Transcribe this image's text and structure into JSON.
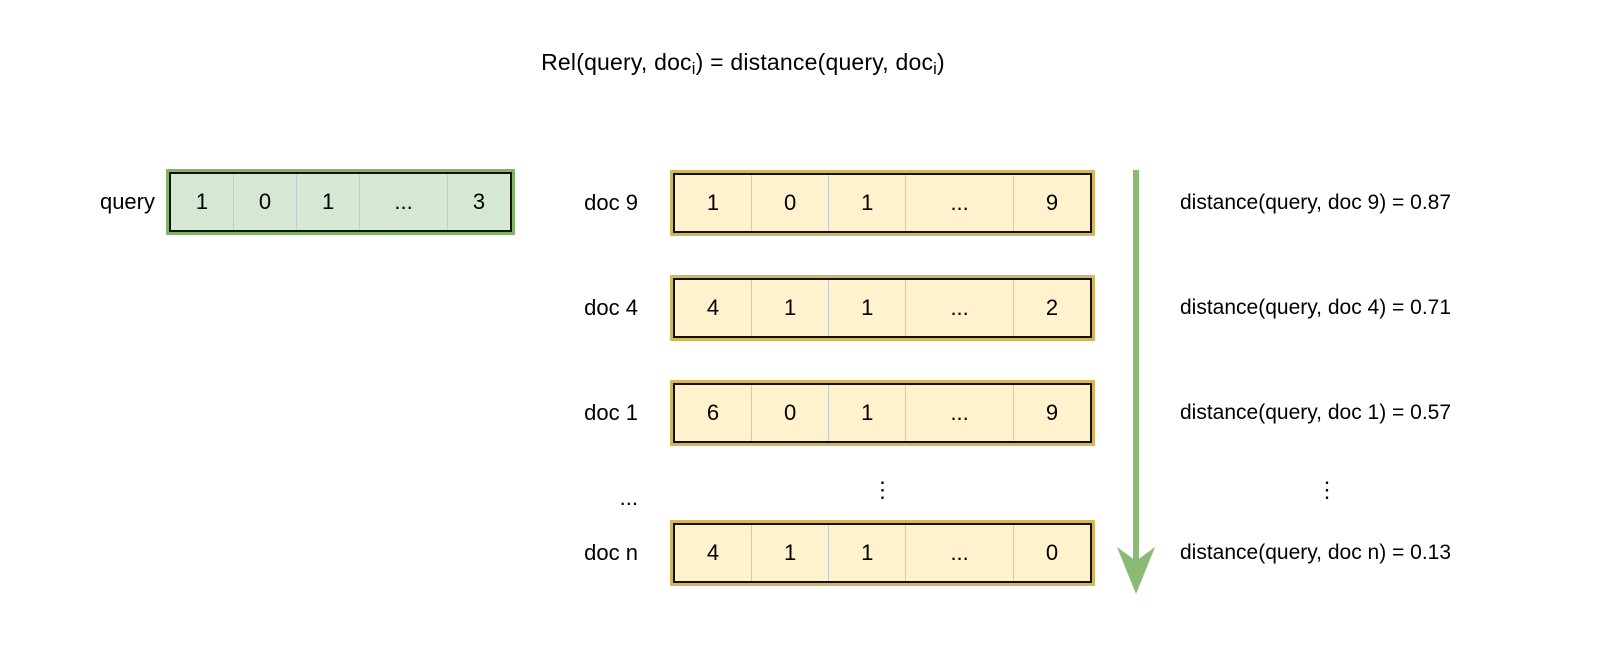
{
  "title": {
    "segments": [
      "Rel(query, doc",
      "i",
      ") = distance(query, doc",
      "i",
      ")"
    ]
  },
  "query_row": {
    "label": "query",
    "cells": [
      "1",
      "0",
      "1",
      "...",
      "3"
    ]
  },
  "docs": [
    {
      "label": "doc 9",
      "cells": [
        "1",
        "0",
        "1",
        "...",
        "9"
      ],
      "distance_text": "distance(query, doc 9) = 0.87"
    },
    {
      "label": "doc 4",
      "cells": [
        "4",
        "1",
        "1",
        "...",
        "2"
      ],
      "distance_text": "distance(query, doc 4) = 0.71"
    },
    {
      "label": "doc 1",
      "cells": [
        "6",
        "0",
        "1",
        "...",
        "9"
      ],
      "distance_text": "distance(query, doc 1) = 0.57"
    },
    {
      "label": "doc n",
      "cells": [
        "4",
        "1",
        "1",
        "...",
        "0"
      ],
      "distance_text": "distance(query, doc n) = 0.13"
    }
  ],
  "ellipsis_row": {
    "label_ellipsis": "...",
    "vector_ellipsis": "⋮",
    "distance_ellipsis": "⋮"
  },
  "arrow": {
    "direction": "down"
  },
  "colors": {
    "query_fill": "#d5e8d4",
    "query_border": "#82b366",
    "doc_fill": "#fff2cc",
    "doc_border": "#d6b656",
    "inner_border": "#111111",
    "cell_separator": "#c6cad3",
    "arrow_green": "#8cb973",
    "text": "#000000"
  }
}
